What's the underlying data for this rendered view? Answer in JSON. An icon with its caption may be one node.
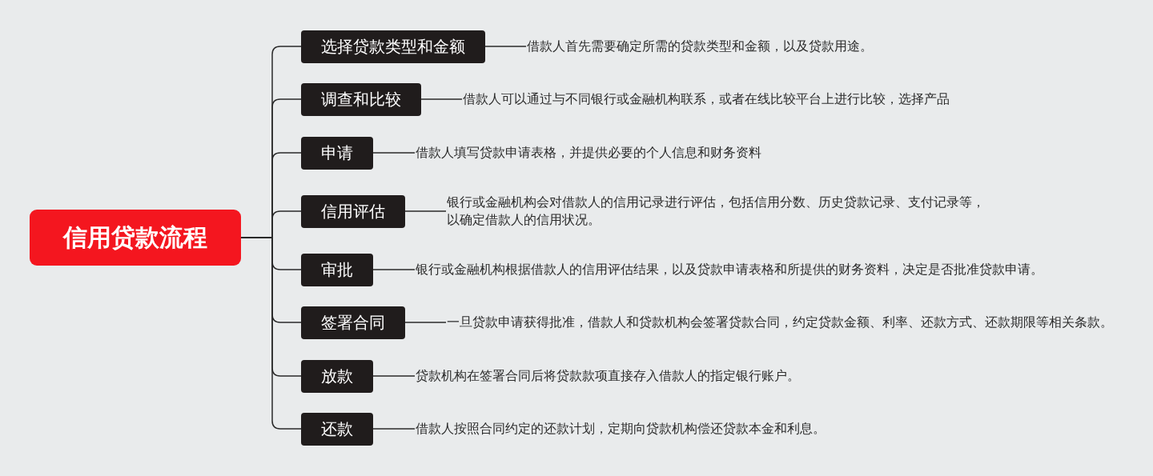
{
  "diagram": {
    "nodes": [
      {
        "text": [
          "信用贷款流程"
        ]
      },
      {
        "text": [
          "选择贷款类型和金额"
        ]
      },
      {
        "text": [
          "借款人首先需要确定所需的贷款类型和金额，以及贷款用途。"
        ]
      },
      {
        "text": [
          "调查和比较"
        ]
      },
      {
        "text": [
          "借款人可以通过与不同银行或金融机构联系，或者在线比较平台上进行比较，选择产品"
        ]
      },
      {
        "text": [
          "申请"
        ]
      },
      {
        "text": [
          "借款人填写贷款申请表格，并提供必要的个人信息和财务资料"
        ]
      },
      {
        "text": [
          "信用评估"
        ]
      },
      {
        "text": [
          "银行或金融机构会对借款人的信用记录进行评估，包括信用分数、历史贷款记录、支付记录等，以确定借款人的信用状况。"
        ]
      },
      {
        "text": [
          "审批"
        ]
      },
      {
        "text": [
          "银行或金融机构根据借款人的信用评估结果，以及贷款申请表格和所提供的财务资料，决定是否批准贷款申请。"
        ]
      },
      {
        "text": [
          "签署合同"
        ]
      },
      {
        "text": [
          "一旦贷款申请获得批准，借款人和贷款机构会签署贷款合同，约定贷款金额、利率、还款方式、还款期限等相关条款。"
        ]
      },
      {
        "text": [
          "放款"
        ]
      },
      {
        "text": [
          "贷款机构在签署合同后将贷款款项直接存入借款人的指定银行账户。"
        ]
      },
      {
        "text": [
          "还款"
        ]
      },
      {
        "text": [
          "借款人按照合同约定的还款计划，定期向贷款机构偿还贷款本金和利息。"
        ]
      }
    ],
    "edges": [
      {
        "from": 0,
        "to": 1,
        "arrow": "none"
      },
      {
        "from": 0,
        "to": 3,
        "arrow": "none"
      },
      {
        "from": 0,
        "to": 5,
        "arrow": "none"
      },
      {
        "from": 0,
        "to": 7,
        "arrow": "none"
      },
      {
        "from": 0,
        "to": 9,
        "arrow": "none"
      },
      {
        "from": 0,
        "to": 11,
        "arrow": "none"
      },
      {
        "from": 0,
        "to": 13,
        "arrow": "none"
      },
      {
        "from": 0,
        "to": 15,
        "arrow": "none"
      },
      {
        "from": 1,
        "to": 2,
        "arrow": "none"
      },
      {
        "from": 3,
        "to": 4,
        "arrow": "none"
      },
      {
        "from": 5,
        "to": 6,
        "arrow": "none"
      },
      {
        "from": 7,
        "to": 8,
        "arrow": "none"
      },
      {
        "from": 9,
        "to": 10,
        "arrow": "none"
      },
      {
        "from": 11,
        "to": 12,
        "arrow": "none"
      },
      {
        "from": 13,
        "to": 14,
        "arrow": "none"
      },
      {
        "from": 15,
        "to": 16,
        "arrow": "none"
      }
    ]
  }
}
